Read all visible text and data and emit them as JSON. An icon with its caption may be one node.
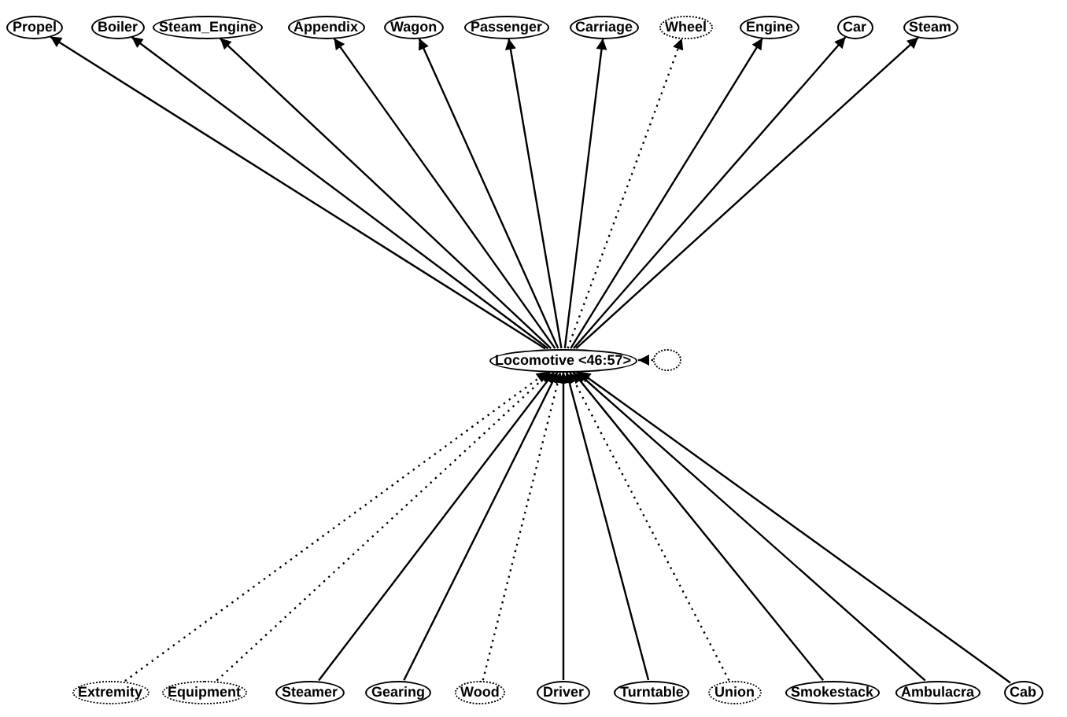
{
  "diagram": {
    "nodes": [
      {
        "text": [
          "Locomotive <46:57>"
        ]
      },
      {
        "text": [
          "Propel"
        ]
      },
      {
        "text": [
          "Boiler"
        ]
      },
      {
        "text": [
          "Steam_Engine"
        ]
      },
      {
        "text": [
          "Appendix"
        ]
      },
      {
        "text": [
          "Wagon"
        ]
      },
      {
        "text": [
          "Passenger"
        ]
      },
      {
        "text": [
          "Carriage"
        ]
      },
      {
        "text": [
          "Wheel"
        ]
      },
      {
        "text": [
          "Engine"
        ]
      },
      {
        "text": [
          "Car"
        ]
      },
      {
        "text": [
          "Steam"
        ]
      },
      {
        "text": [],
        "shape": "circle"
      },
      {
        "text": [
          "Extremity"
        ]
      },
      {
        "text": [
          "Equipment"
        ]
      },
      {
        "text": [
          "Steamer"
        ]
      },
      {
        "text": [
          "Gearing"
        ]
      },
      {
        "text": [
          "Wood"
        ]
      },
      {
        "text": [
          "Driver"
        ]
      },
      {
        "text": [
          "Turntable"
        ]
      },
      {
        "text": [
          "Union"
        ]
      },
      {
        "text": [
          "Smokestack"
        ]
      },
      {
        "text": [
          "Ambulacra"
        ]
      },
      {
        "text": [
          "Cab"
        ]
      }
    ],
    "edges": [
      {
        "from": 0,
        "to": 1,
        "arrow": "to"
      },
      {
        "from": 0,
        "to": 2,
        "arrow": "to"
      },
      {
        "from": 0,
        "to": 3,
        "arrow": "to"
      },
      {
        "from": 0,
        "to": 4,
        "arrow": "to"
      },
      {
        "from": 0,
        "to": 5,
        "arrow": "to"
      },
      {
        "from": 0,
        "to": 6,
        "arrow": "to"
      },
      {
        "from": 0,
        "to": 7,
        "arrow": "to"
      },
      {
        "from": 0,
        "to": 8,
        "arrow": "to",
        "style": "dashed"
      },
      {
        "from": 0,
        "to": 9,
        "arrow": "to"
      },
      {
        "from": 0,
        "to": 10,
        "arrow": "to"
      },
      {
        "from": 0,
        "to": 11,
        "arrow": "to"
      },
      {
        "from": 12,
        "to": 0,
        "arrow": "to",
        "style": "dashed"
      },
      {
        "from": 13,
        "to": 0,
        "arrow": "to",
        "style": "dashed"
      },
      {
        "from": 14,
        "to": 0,
        "arrow": "to",
        "style": "dashed"
      },
      {
        "from": 15,
        "to": 0,
        "arrow": "to"
      },
      {
        "from": 16,
        "to": 0,
        "arrow": "to"
      },
      {
        "from": 17,
        "to": 0,
        "arrow": "to",
        "style": "dashed"
      },
      {
        "from": 18,
        "to": 0,
        "arrow": "to"
      },
      {
        "from": 19,
        "to": 0,
        "arrow": "to"
      },
      {
        "from": 20,
        "to": 0,
        "arrow": "to",
        "style": "dashed"
      },
      {
        "from": 21,
        "to": 0,
        "arrow": "to"
      },
      {
        "from": 22,
        "to": 0,
        "arrow": "to"
      },
      {
        "from": 23,
        "to": 0,
        "arrow": "to"
      }
    ]
  }
}
